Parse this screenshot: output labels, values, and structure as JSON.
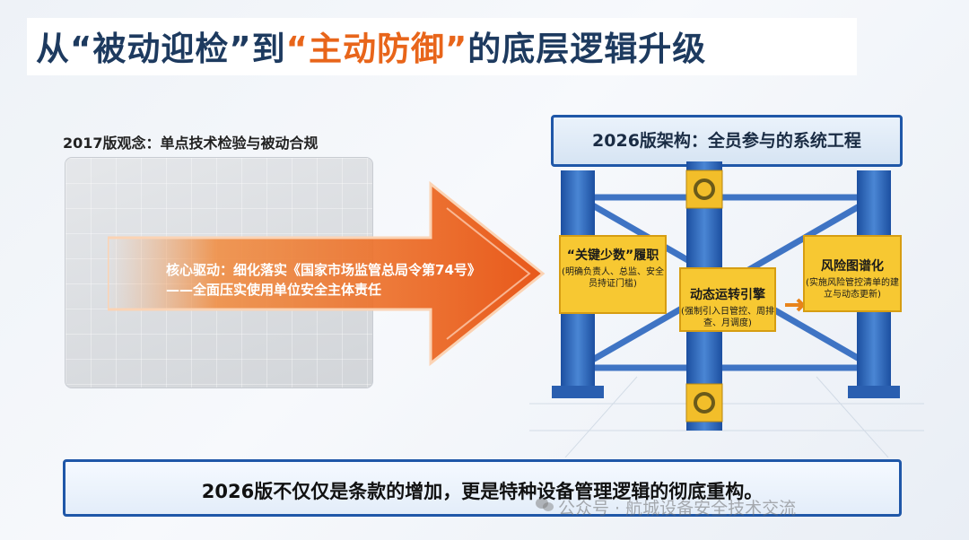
{
  "title": {
    "part1": "从“被动迎检”到",
    "highlight": "“主动防御”",
    "part2": "的底层逻辑升级"
  },
  "left": {
    "label": "2017版观念：单点技术检验与被动合规",
    "arrow_text": "核心驱动：细化落实《国家市场监管总局令第74号》——全面压实使用单位安全主体责任"
  },
  "right": {
    "label": "2026版架构：全员参与的系统工程",
    "cards": [
      {
        "title": "“关键少数”履职",
        "sub": "(明确负责人、总监、安全员持证门槛)"
      },
      {
        "title": "动态运转引擎",
        "sub": "(强制引入日管控、周排查、月调度)"
      },
      {
        "title": "风险图谱化",
        "sub": "(实施风险管控清单的建立与动态更新)"
      }
    ]
  },
  "conclusion": "2026版不仅仅是条款的增加，更是特种设备管理逻辑的彻底重构。",
  "watermark": "公众号 · 航城设备安全技术交流",
  "colors": {
    "title_dark": "#1d3a5f",
    "accent_orange": "#e8651a",
    "frame_blue": "#1f57a8",
    "card_yellow": "#f7c832"
  }
}
